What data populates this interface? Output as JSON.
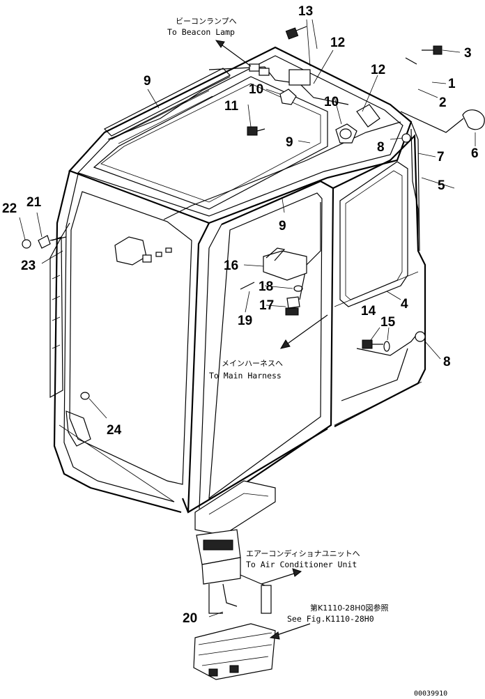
{
  "labels": {
    "cap_beacon_jp": "ビーコンランプへ",
    "cap_beacon_en": "To Beacon Lamp",
    "cap_main_jp": "メインハーネスへ",
    "cap_main_en": "To Main Harness",
    "cap_air_jp": "エアーコンディショナユニットへ",
    "cap_air_en": "To Air Conditioner Unit",
    "cap_fig_jp": "第K1110-28H0図参照",
    "cap_fig_en": "See Fig.K1110-28H0",
    "drawing_number": "00039910"
  },
  "callouts": {
    "c1": "1",
    "c2": "2",
    "c3": "3",
    "c4": "4",
    "c5": "5",
    "c6": "6",
    "c7": "7",
    "c8a": "8",
    "c8b": "8",
    "c9a": "9",
    "c9b": "9",
    "c9c": "9",
    "c10a": "10",
    "c10b": "10",
    "c11": "11",
    "c12a": "12",
    "c12b": "12",
    "c13": "13",
    "c14": "14",
    "c15": "15",
    "c16": "16",
    "c17": "17",
    "c18": "18",
    "c19": "19",
    "c20": "20",
    "c21": "21",
    "c22": "22",
    "c23": "23",
    "c24": "24"
  }
}
